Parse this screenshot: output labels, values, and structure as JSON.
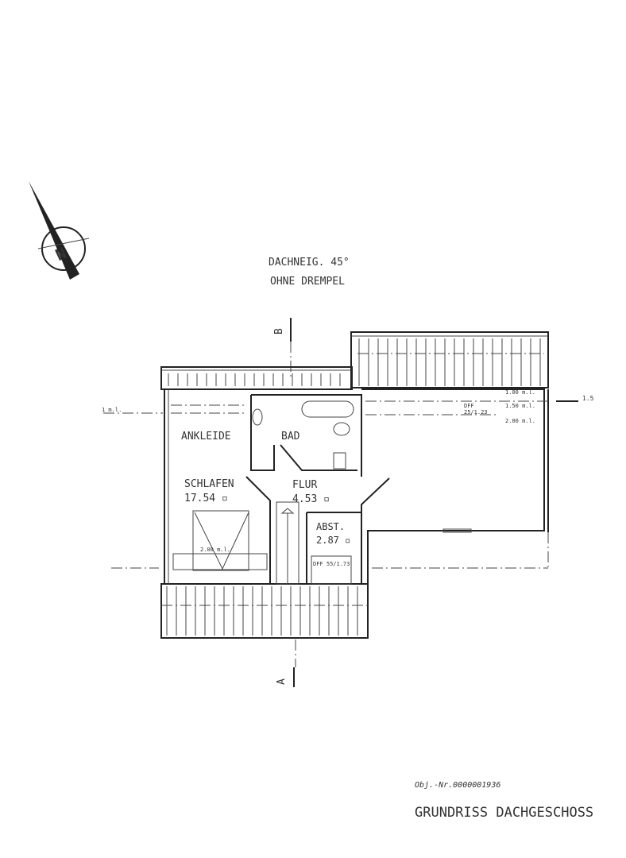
{
  "roof_note": {
    "line1": "DACHNEIG. 45°",
    "line2": "OHNE DREMPEL"
  },
  "compass": {
    "letter": "N"
  },
  "rooms": {
    "ankleide": {
      "name": "ANKLEIDE"
    },
    "bad": {
      "name": "BAD"
    },
    "schlafen": {
      "name": "SCHLAFEN",
      "area": "17.54 ▫"
    },
    "flur": {
      "name": "FLUR",
      "area": "4.53 ▫"
    },
    "abst": {
      "name": "ABST.",
      "area": "2.87 ▫"
    }
  },
  "annotations": {
    "h1": "1.00 m.l.",
    "h2": "1.50 m.l.",
    "h3": "2.00 m.l.",
    "dff": "DFF",
    "dff_size": "25/1.23",
    "bed_dim": "2.00 m.l.",
    "abst_dff": "DFF 55/1.73",
    "right_mark": "1.5",
    "left_mark": "1 m.l."
  },
  "section_marks": {
    "top": "B",
    "bottom": "A"
  },
  "footer": {
    "object_number": "Obj.-Nr.0000001936",
    "title": "GRUNDRISS DACHGESCHOSS"
  }
}
